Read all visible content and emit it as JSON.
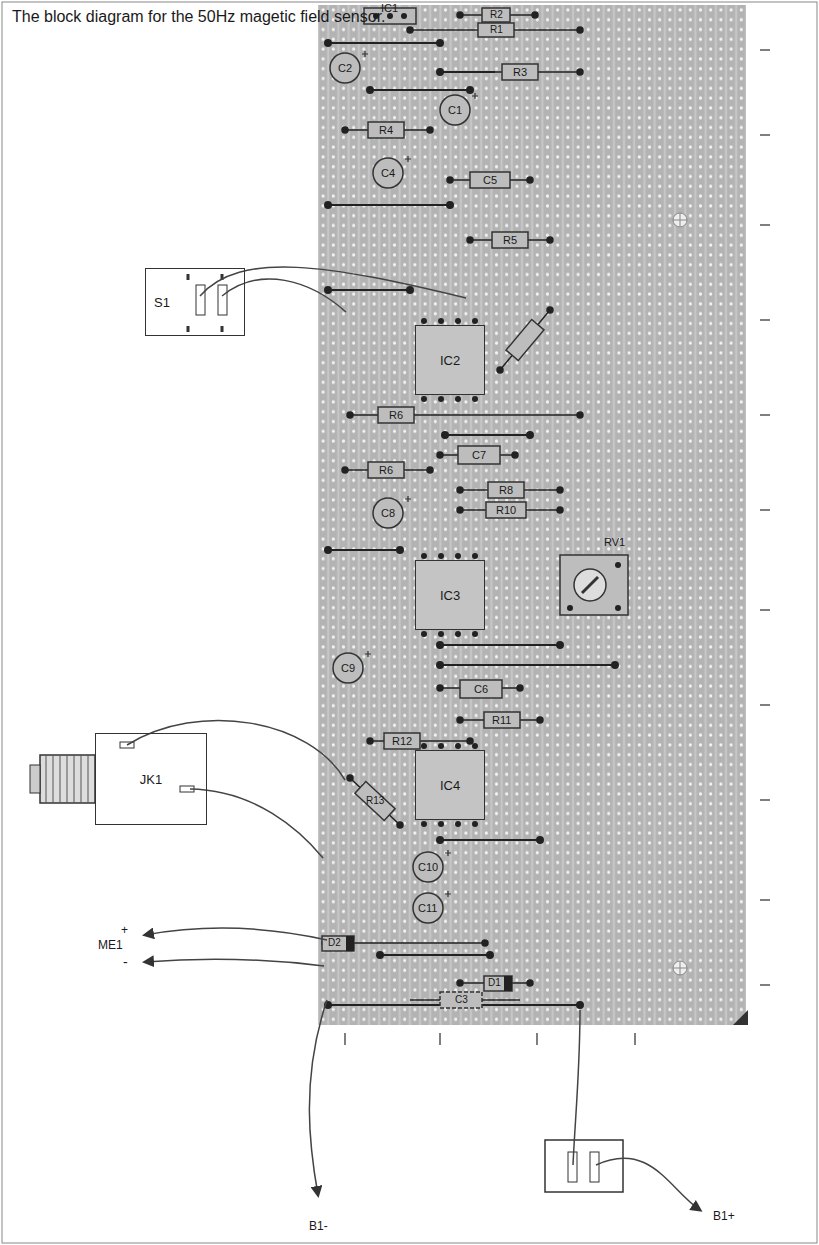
{
  "diagram": {
    "title": "The block diagram for the 50Hz magetic field sensor.",
    "nodes": [
      {
        "text": [
          "S1"
        ]
      },
      {
        "text": [
          "IC2"
        ]
      },
      {
        "text": [
          "IC3"
        ]
      },
      {
        "text": [
          "JK1"
        ]
      },
      {
        "text": [
          "IC4"
        ]
      }
    ],
    "labels": [
      "IC1",
      "R2",
      "R1",
      "C2",
      "R3",
      "C1",
      "R4",
      "C4",
      "C5",
      "R5",
      "R6",
      "C7",
      "R6",
      "R8",
      "C8",
      "R10",
      "RV1",
      "C9",
      "C6",
      "R11",
      "R12",
      "R13",
      "C10",
      "C11",
      "D2",
      "D1",
      "ME1",
      "+",
      "-",
      "C3",
      "B1-",
      "B1+"
    ]
  }
}
